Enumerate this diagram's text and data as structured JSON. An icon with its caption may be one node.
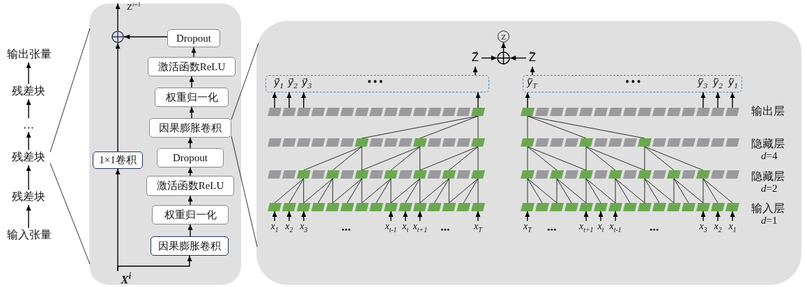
{
  "diagram": {
    "nodes": [
      {
        "text": [
          "输出张量"
        ]
      },
      {
        "text": [
          "残差块"
        ]
      },
      {
        "text": [
          "…"
        ]
      },
      {
        "text": [
          "残差块"
        ]
      },
      {
        "text": [
          "残差块"
        ]
      },
      {
        "text": [
          "输入张量"
        ]
      },
      {
        "text": [],
        "shape": "box"
      },
      {
        "text": [
          "Z$^{i+1}$"
        ],
        "in": 6
      },
      {
        "text": [],
        "shape": "circle",
        "in": 6
      },
      {
        "text": [
          "Dropout"
        ],
        "in": 6
      },
      {
        "text": [
          "激活函数ReLU"
        ],
        "in": 6
      },
      {
        "text": [
          "权重归一化"
        ],
        "in": 6
      },
      {
        "text": [
          "因果膨胀卷积"
        ],
        "in": 6
      },
      {
        "text": [
          "Dropout"
        ],
        "in": 6
      },
      {
        "text": [
          "激活函数ReLU"
        ],
        "in": 6
      },
      {
        "text": [
          "权重归一化"
        ],
        "in": 6
      },
      {
        "text": [
          "因果膨胀卷积"
        ],
        "in": 6
      },
      {
        "text": [
          "1×1卷积"
        ],
        "in": 6
      },
      {
        "text": [
          "X$^{i}$"
        ],
        "in": 6
      },
      {
        "text": [],
        "shape": "box"
      },
      {
        "text": [
          "Z"
        ],
        "in": 19
      },
      {
        "text": [],
        "shape": "circle",
        "in": 19
      },
      {
        "text": [
          "Z⃗"
        ],
        "in": 19
      },
      {
        "text": [
          "Z⃖"
        ],
        "in": 19
      },
      {
        "text": [
          "y⃗$_{1}$",
          "y⃗$_{2}$",
          "y⃗$_{3}$",
          "•••"
        ],
        "in": 19
      },
      {
        "text": [
          "y⃖$_{T}$",
          "•••",
          "y⃖$_{3}$",
          "y⃖$_{2}$",
          "y⃖$_{1}$"
        ],
        "in": 19
      },
      {
        "text": [],
        "shape": "box",
        "in": 19
      },
      {
        "text": [],
        "shape": "box",
        "in": 19
      },
      {
        "text": [],
        "shape": "box",
        "in": 19
      },
      {
        "text": [],
        "shape": "box",
        "in": 19
      },
      {
        "text": [],
        "shape": "box",
        "in": 19
      },
      {
        "text": [],
        "shape": "box",
        "in": 19
      },
      {
        "text": [],
        "shape": "box",
        "in": 19
      },
      {
        "text": [],
        "shape": "box",
        "in": 19
      },
      {
        "text": [],
        "shape": "box",
        "in": 19
      },
      {
        "text": [],
        "shape": "box",
        "in": 19
      },
      {
        "text": [],
        "shape": "box",
        "in": 19
      },
      {
        "text": [],
        "shape": "box",
        "in": 19
      },
      {
        "text": [],
        "shape": "box",
        "in": 19
      },
      {
        "text": [],
        "shape": "box",
        "in": 19
      },
      {
        "text": [],
        "shape": "box",
        "in": 19
      },
      {
        "text": [],
        "shape": "box",
        "in": 19
      },
      {
        "text": [],
        "shape": "box",
        "in": 19
      },
      {
        "text": [],
        "shape": "box",
        "in": 19
      },
      {
        "text": [],
        "shape": "box",
        "in": 19
      },
      {
        "text": [],
        "shape": "box",
        "in": 19
      },
      {
        "text": [],
        "shape": "box",
        "in": 19
      },
      {
        "text": [],
        "shape": "box",
        "in": 19
      },
      {
        "text": [],
        "shape": "box",
        "in": 19
      },
      {
        "text": [],
        "shape": "box",
        "in": 19
      },
      {
        "text": [],
        "shape": "box",
        "in": 19
      },
      {
        "text": [],
        "shape": "box",
        "in": 19
      },
      {
        "text": [],
        "shape": "box",
        "in": 19
      },
      {
        "text": [],
        "shape": "box",
        "in": 19
      },
      {
        "text": [],
        "shape": "box",
        "in": 19
      },
      {
        "text": [],
        "shape": "box",
        "in": 19
      },
      {
        "text": [],
        "shape": "box",
        "in": 19
      },
      {
        "text": [],
        "shape": "box",
        "in": 19
      },
      {
        "text": [],
        "shape": "box",
        "in": 19
      },
      {
        "text": [],
        "shape": "box",
        "in": 19
      },
      {
        "text": [],
        "shape": "box",
        "in": 19
      },
      {
        "text": [],
        "shape": "box",
        "in": 19
      },
      {
        "text": [],
        "shape": "box",
        "in": 19
      },
      {
        "text": [],
        "shape": "box",
        "in": 19
      },
      {
        "text": [],
        "shape": "box",
        "in": 19
      },
      {
        "text": [],
        "shape": "box",
        "in": 19
      },
      {
        "text": [],
        "shape": "box",
        "in": 19
      },
      {
        "text": [],
        "shape": "box",
        "in": 19
      },
      {
        "text": [],
        "shape": "box",
        "in": 19
      },
      {
        "text": [],
        "shape": "box",
        "in": 19
      },
      {
        "text": [],
        "shape": "box",
        "in": 19
      },
      {
        "text": [],
        "shape": "box",
        "in": 19
      },
      {
        "text": [],
        "shape": "box",
        "in": 19
      },
      {
        "text": [],
        "shape": "box",
        "in": 19
      },
      {
        "text": [],
        "shape": "box",
        "in": 19
      },
      {
        "text": [],
        "shape": "box",
        "in": 19
      },
      {
        "text": [],
        "shape": "box",
        "in": 19
      },
      {
        "text": [],
        "shape": "box",
        "in": 19
      },
      {
        "text": [],
        "shape": "box",
        "in": 19
      },
      {
        "text": [],
        "shape": "box",
        "in": 19
      },
      {
        "text": [],
        "shape": "box",
        "in": 19
      },
      {
        "text": [],
        "shape": "box",
        "in": 19
      },
      {
        "text": [],
        "shape": "box",
        "in": 19
      },
      {
        "text": [],
        "shape": "box",
        "in": 19
      },
      {
        "text": [],
        "shape": "box",
        "in": 19
      },
      {
        "text": [],
        "shape": "box",
        "in": 19
      },
      {
        "text": [],
        "shape": "box",
        "in": 19
      },
      {
        "text": [],
        "shape": "box",
        "in": 19
      },
      {
        "text": [],
        "shape": "box",
        "in": 19
      },
      {
        "text": [],
        "shape": "box",
        "in": 19
      },
      {
        "text": [],
        "shape": "box",
        "in": 19
      },
      {
        "text": [],
        "shape": "box",
        "in": 19
      },
      {
        "text": [],
        "shape": "box",
        "in": 19
      },
      {
        "text": [],
        "shape": "box",
        "in": 19
      },
      {
        "text": [],
        "shape": "box",
        "in": 19
      },
      {
        "text": [],
        "shape": "box",
        "in": 19
      },
      {
        "text": [],
        "shape": "box",
        "in": 19
      },
      {
        "text": [],
        "shape": "box",
        "in": 19
      },
      {
        "text": [],
        "shape": "box",
        "in": 19
      },
      {
        "text": [],
        "shape": "box",
        "in": 19
      },
      {
        "text": [],
        "shape": "box",
        "in": 19
      },
      {
        "text": [],
        "shape": "box",
        "in": 19
      },
      {
        "text": [],
        "shape": "box",
        "in": 19
      },
      {
        "text": [],
        "shape": "box",
        "in": 19
      },
      {
        "text": [],
        "shape": "box",
        "in": 19
      },
      {
        "text": [],
        "shape": "box",
        "in": 19
      },
      {
        "text": [],
        "shape": "box",
        "in": 19
      },
      {
        "text": [],
        "shape": "box",
        "in": 19
      },
      {
        "text": [],
        "shape": "box",
        "in": 19
      },
      {
        "text": [],
        "shape": "box",
        "in": 19
      },
      {
        "text": [],
        "shape": "box",
        "in": 19
      },
      {
        "text": [],
        "shape": "box",
        "in": 19
      },
      {
        "text": [],
        "shape": "box",
        "in": 19
      },
      {
        "text": [],
        "shape": "box",
        "in": 19
      },
      {
        "text": [],
        "shape": "box",
        "in": 19
      },
      {
        "text": [],
        "shape": "box",
        "in": 19
      },
      {
        "text": [],
        "shape": "box",
        "in": 19
      },
      {
        "text": [],
        "shape": "box",
        "in": 19
      },
      {
        "text": [],
        "shape": "box",
        "in": 19
      },
      {
        "text": [],
        "shape": "box",
        "in": 19
      },
      {
        "text": [],
        "shape": "box",
        "in": 19
      },
      {
        "text": [],
        "shape": "box",
        "in": 19
      },
      {
        "text": [],
        "shape": "box",
        "in": 19
      },
      {
        "text": [],
        "shape": "box",
        "in": 19
      },
      {
        "text": [],
        "shape": "box",
        "in": 19
      },
      {
        "text": [],
        "shape": "box",
        "in": 19
      },
      {
        "text": [],
        "shape": "box",
        "in": 19
      },
      {
        "text": [],
        "shape": "box",
        "in": 19
      },
      {
        "text": [],
        "shape": "box",
        "in": 19
      },
      {
        "text": [],
        "shape": "box",
        "in": 19
      },
      {
        "text": [],
        "shape": "box",
        "in": 19
      },
      {
        "text": [],
        "shape": "box",
        "in": 19
      },
      {
        "text": [],
        "shape": "box",
        "in": 19
      },
      {
        "text": [],
        "shape": "box",
        "in": 19
      },
      {
        "text": [],
        "shape": "box",
        "in": 19
      },
      {
        "text": [],
        "shape": "box",
        "in": 19
      },
      {
        "text": [],
        "shape": "box",
        "in": 19
      },
      {
        "text": [],
        "shape": "box",
        "in": 19
      },
      {
        "text": [],
        "shape": "box",
        "in": 19
      },
      {
        "text": [],
        "shape": "box",
        "in": 19
      },
      {
        "text": [],
        "shape": "box",
        "in": 19
      },
      {
        "text": [],
        "shape": "box",
        "in": 19
      },
      {
        "text": [],
        "shape": "box",
        "in": 19
      },
      {
        "text": [],
        "shape": "box",
        "in": 19
      },
      {
        "text": [],
        "shape": "box",
        "in": 19
      },
      {
        "text": [],
        "shape": "box",
        "in": 19
      },
      {
        "text": [
          "x$_{1}$"
        ],
        "in": 19
      },
      {
        "text": [
          "x$_{2}$"
        ],
        "in": 19
      },
      {
        "text": [
          "x$_{3}$"
        ],
        "in": 19
      },
      {
        "text": [
          "x$_{t-1}$"
        ],
        "in": 19
      },
      {
        "text": [
          "x$_{t}$"
        ],
        "in": 19
      },
      {
        "text": [
          "x$_{t+1}$"
        ],
        "in": 19
      },
      {
        "text": [
          "x$_{T}$"
        ],
        "in": 19
      },
      {
        "text": [
          "x$_{T}$"
        ],
        "in": 19
      },
      {
        "text": [
          "x$_{t+1}$"
        ],
        "in": 19
      },
      {
        "text": [
          "x$_{t}$"
        ],
        "in": 19
      },
      {
        "text": [
          "x$_{t-1}$"
        ],
        "in": 19
      },
      {
        "text": [
          "x$_{3}$"
        ],
        "in": 19
      },
      {
        "text": [
          "x$_{2}$"
        ],
        "in": 19
      },
      {
        "text": [
          "x$_{1}$"
        ],
        "in": 19
      }
    ],
    "edges": [
      {
        "from": 5,
        "to": 4,
        "arrow": "to"
      },
      {
        "from": 4,
        "to": 3,
        "arrow": "to"
      },
      {
        "from": 3,
        "to": 2,
        "arrow": "to"
      },
      {
        "from": 2,
        "to": 1,
        "arrow": "to"
      },
      {
        "from": 1,
        "to": 0,
        "arrow": "to"
      },
      {
        "from": 3,
        "to": 6,
        "arrow": "none"
      },
      {
        "from": 3,
        "to": 6,
        "arrow": "none"
      },
      {
        "from": 18,
        "to": 17,
        "arrow": "to"
      },
      {
        "from": 18,
        "to": 16,
        "arrow": "to"
      },
      {
        "from": 16,
        "to": 15,
        "arrow": "to"
      },
      {
        "from": 15,
        "to": 14,
        "arrow": "to"
      },
      {
        "from": 14,
        "to": 13,
        "arrow": "to"
      },
      {
        "from": 13,
        "to": 12,
        "arrow": "to"
      },
      {
        "from": 12,
        "to": 11,
        "arrow": "to"
      },
      {
        "from": 11,
        "to": 10,
        "arrow": "to"
      },
      {
        "from": 10,
        "to": 9,
        "arrow": "to"
      },
      {
        "from": 9,
        "to": 8,
        "arrow": "to"
      },
      {
        "from": 17,
        "to": 8,
        "arrow": "to"
      },
      {
        "from": 8,
        "to": 7,
        "arrow": "to"
      },
      {
        "from": 12,
        "to": 19,
        "arrow": "none"
      },
      {
        "from": 12,
        "to": 19,
        "arrow": "none"
      },
      {
        "from": 24,
        "to": 22,
        "arrow": "to"
      },
      {
        "from": 22,
        "to": 21,
        "arrow": "to"
      },
      {
        "from": 23,
        "to": 21,
        "arrow": "to"
      },
      {
        "from": 21,
        "to": 20,
        "arrow": "to"
      },
      {
        "from": 25,
        "to": 23,
        "arrow": "to"
      },
      {
        "from": 26,
        "to": 24,
        "arrow": "to"
      },
      {
        "from": 27,
        "to": 24,
        "arrow": "to"
      },
      {
        "from": 28,
        "to": 24,
        "arrow": "to"
      },
      {
        "from": 40,
        "to": 24,
        "arrow": "to"
      },
      {
        "from": 86,
        "to": 25,
        "arrow": "to"
      },
      {
        "from": 98,
        "to": 25,
        "arrow": "to"
      },
      {
        "from": 99,
        "to": 25,
        "arrow": "to"
      },
      {
        "from": 100,
        "to": 25,
        "arrow": "to"
      },
      {
        "from": 146,
        "to": 71,
        "arrow": "to"
      },
      {
        "from": 147,
        "to": 72,
        "arrow": "to"
      },
      {
        "from": 148,
        "to": 73,
        "arrow": "to"
      },
      {
        "from": 149,
        "to": 79,
        "arrow": "to"
      },
      {
        "from": 150,
        "to": 80,
        "arrow": "to"
      },
      {
        "from": 151,
        "to": 81,
        "arrow": "to"
      },
      {
        "from": 152,
        "to": 85,
        "arrow": "to"
      },
      {
        "from": 153,
        "to": 131,
        "arrow": "to"
      },
      {
        "from": 154,
        "to": 135,
        "arrow": "to"
      },
      {
        "from": 155,
        "to": 136,
        "arrow": "to"
      },
      {
        "from": 156,
        "to": 137,
        "arrow": "to"
      },
      {
        "from": 157,
        "to": 143,
        "arrow": "to"
      },
      {
        "from": 158,
        "to": 144,
        "arrow": "to"
      },
      {
        "from": 159,
        "to": 145,
        "arrow": "to"
      },
      {
        "from": 47,
        "to": 40,
        "arrow": "none"
      },
      {
        "from": 51,
        "to": 40,
        "arrow": "none"
      },
      {
        "from": 55,
        "to": 40,
        "arrow": "none"
      },
      {
        "from": 58,
        "to": 47,
        "arrow": "none"
      },
      {
        "from": 60,
        "to": 47,
        "arrow": "none"
      },
      {
        "from": 62,
        "to": 47,
        "arrow": "none"
      },
      {
        "from": 62,
        "to": 51,
        "arrow": "none"
      },
      {
        "from": 64,
        "to": 51,
        "arrow": "none"
      },
      {
        "from": 66,
        "to": 51,
        "arrow": "none"
      },
      {
        "from": 66,
        "to": 55,
        "arrow": "none"
      },
      {
        "from": 68,
        "to": 55,
        "arrow": "none"
      },
      {
        "from": 70,
        "to": 55,
        "arrow": "none"
      },
      {
        "from": 71,
        "to": 58,
        "arrow": "none"
      },
      {
        "from": 72,
        "to": 58,
        "arrow": "none"
      },
      {
        "from": 73,
        "to": 58,
        "arrow": "none"
      },
      {
        "from": 73,
        "to": 60,
        "arrow": "none"
      },
      {
        "from": 74,
        "to": 60,
        "arrow": "none"
      },
      {
        "from": 75,
        "to": 60,
        "arrow": "none"
      },
      {
        "from": 75,
        "to": 62,
        "arrow": "none"
      },
      {
        "from": 76,
        "to": 62,
        "arrow": "none"
      },
      {
        "from": 77,
        "to": 62,
        "arrow": "none"
      },
      {
        "from": 77,
        "to": 64,
        "arrow": "none"
      },
      {
        "from": 78,
        "to": 64,
        "arrow": "none"
      },
      {
        "from": 79,
        "to": 64,
        "arrow": "none"
      },
      {
        "from": 79,
        "to": 66,
        "arrow": "none"
      },
      {
        "from": 80,
        "to": 66,
        "arrow": "none"
      },
      {
        "from": 81,
        "to": 66,
        "arrow": "none"
      },
      {
        "from": 81,
        "to": 68,
        "arrow": "none"
      },
      {
        "from": 82,
        "to": 68,
        "arrow": "none"
      },
      {
        "from": 83,
        "to": 68,
        "arrow": "none"
      },
      {
        "from": 83,
        "to": 70,
        "arrow": "none"
      },
      {
        "from": 84,
        "to": 70,
        "arrow": "none"
      },
      {
        "from": 85,
        "to": 70,
        "arrow": "none"
      },
      {
        "from": 101,
        "to": 86,
        "arrow": "none"
      },
      {
        "from": 105,
        "to": 86,
        "arrow": "none"
      },
      {
        "from": 109,
        "to": 86,
        "arrow": "none"
      },
      {
        "from": 116,
        "to": 101,
        "arrow": "none"
      },
      {
        "from": 118,
        "to": 101,
        "arrow": "none"
      },
      {
        "from": 120,
        "to": 101,
        "arrow": "none"
      },
      {
        "from": 120,
        "to": 105,
        "arrow": "none"
      },
      {
        "from": 122,
        "to": 105,
        "arrow": "none"
      },
      {
        "from": 124,
        "to": 105,
        "arrow": "none"
      },
      {
        "from": 124,
        "to": 109,
        "arrow": "none"
      },
      {
        "from": 126,
        "to": 109,
        "arrow": "none"
      },
      {
        "from": 128,
        "to": 109,
        "arrow": "none"
      },
      {
        "from": 131,
        "to": 116,
        "arrow": "none"
      },
      {
        "from": 132,
        "to": 116,
        "arrow": "none"
      },
      {
        "from": 133,
        "to": 116,
        "arrow": "none"
      },
      {
        "from": 133,
        "to": 118,
        "arrow": "none"
      },
      {
        "from": 134,
        "to": 118,
        "arrow": "none"
      },
      {
        "from": 135,
        "to": 118,
        "arrow": "none"
      },
      {
        "from": 135,
        "to": 120,
        "arrow": "none"
      },
      {
        "from": 136,
        "to": 120,
        "arrow": "none"
      },
      {
        "from": 137,
        "to": 120,
        "arrow": "none"
      },
      {
        "from": 137,
        "to": 122,
        "arrow": "none"
      },
      {
        "from": 138,
        "to": 122,
        "arrow": "none"
      },
      {
        "from": 139,
        "to": 122,
        "arrow": "none"
      },
      {
        "from": 139,
        "to": 124,
        "arrow": "none"
      },
      {
        "from": 140,
        "to": 124,
        "arrow": "none"
      },
      {
        "from": 141,
        "to": 124,
        "arrow": "none"
      },
      {
        "from": 141,
        "to": 126,
        "arrow": "none"
      },
      {
        "from": 142,
        "to": 126,
        "arrow": "none"
      },
      {
        "from": 143,
        "to": 126,
        "arrow": "none"
      },
      {
        "from": 143,
        "to": 128,
        "arrow": "none"
      },
      {
        "from": 144,
        "to": 128,
        "arrow": "none"
      },
      {
        "from": 145,
        "to": 128,
        "arrow": "none"
      }
    ],
    "labels": [
      "输出层",
      "隐藏层",
      "*d*=4",
      "隐藏层",
      "*d*=2",
      "输入层",
      "*d*=1",
      "•••",
      "•••",
      "•••",
      "•••"
    ]
  }
}
